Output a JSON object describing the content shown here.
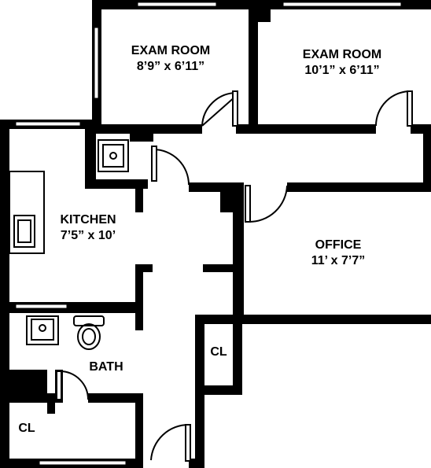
{
  "rooms": {
    "exam_room_1": {
      "name": "EXAM ROOM",
      "size": "8’9” x 6’11”"
    },
    "exam_room_2": {
      "name": "EXAM ROOM",
      "size": "10’1” x 6’11”"
    },
    "kitchen": {
      "name": "KITCHEN",
      "size": "7’5” x 10’"
    },
    "office": {
      "name": "OFFICE",
      "size": "11’ x 7’7”"
    },
    "bath": {
      "name": "BATH"
    },
    "closet_hall": {
      "name": "CL"
    },
    "closet_bath": {
      "name": "CL"
    }
  },
  "colors": {
    "wall": "#000000",
    "background": "#ffffff",
    "window": "#ffffff"
  },
  "icons": [
    "sink-icon",
    "stove-icon",
    "toilet-icon",
    "door-swing-icon"
  ]
}
